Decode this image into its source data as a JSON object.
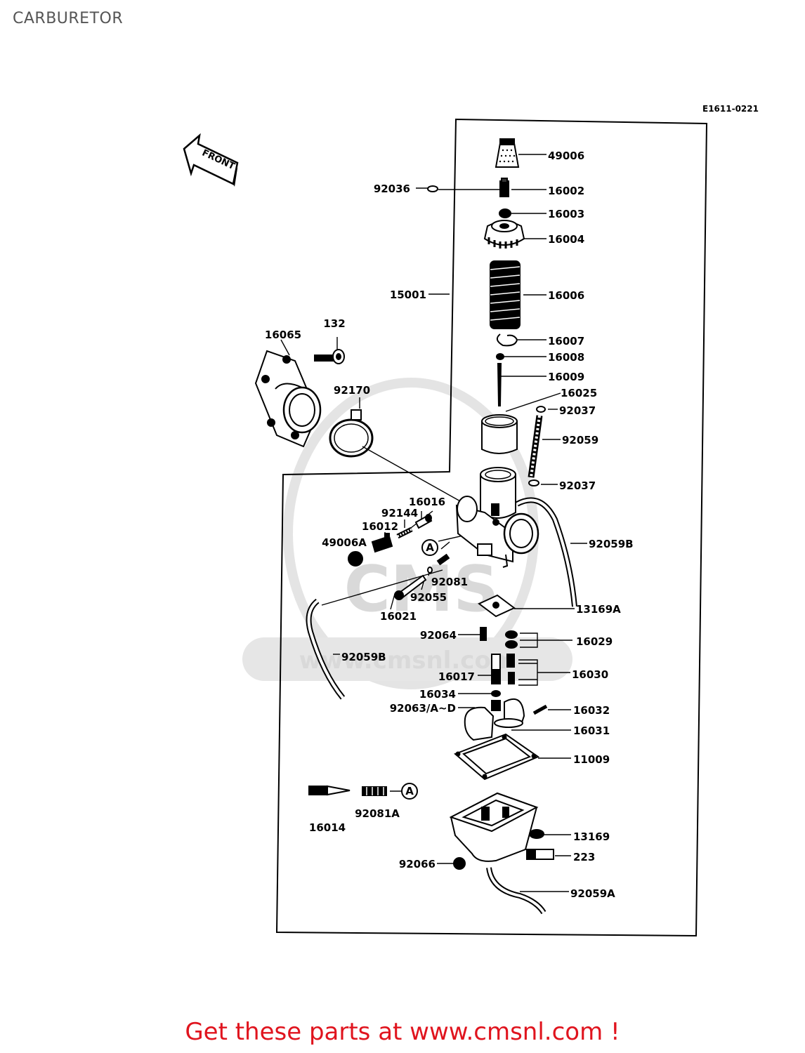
{
  "title": "CARBURETOR",
  "diagram_code": "E1611-0221",
  "front_label": "FRONT",
  "callout": "A",
  "watermark": "www.cmsnl.com",
  "promo_text": "Get these parts at www.cmsnl.com !",
  "part_labels": {
    "p49006": "49006",
    "p92036": "92036",
    "p16002": "16002",
    "p16003": "16003",
    "p16004": "16004",
    "p15001": "15001",
    "p16006": "16006",
    "p132": "132",
    "p16065": "16065",
    "p16007": "16007",
    "p16008": "16008",
    "p16009": "16009",
    "p92170": "92170",
    "p16025": "16025",
    "p92037a": "92037",
    "p92059": "92059",
    "p92037b": "92037",
    "p16016": "16016",
    "p92144": "92144",
    "p16012": "16012",
    "p49006A": "49006A",
    "p92059B_r": "92059B",
    "p92081": "92081",
    "p92055": "92055",
    "p16021": "16021",
    "p13169A": "13169A",
    "p92064": "92064",
    "p16029": "16029",
    "p92059B_l": "92059B",
    "p16030": "16030",
    "p16017": "16017",
    "p16034": "16034",
    "p92063": "92063/A~D",
    "p16032": "16032",
    "p16031": "16031",
    "p11009": "11009",
    "p16014": "16014",
    "p92081A": "92081A",
    "p13169": "13169",
    "p223": "223",
    "p92066": "92066",
    "p92059A": "92059A"
  }
}
